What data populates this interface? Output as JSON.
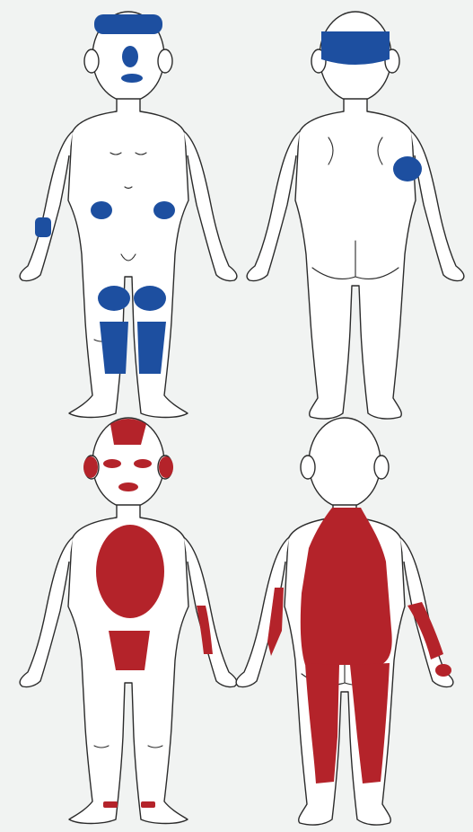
{
  "figure": {
    "panels": [
      {
        "id": "top-front",
        "view": "front",
        "color_key": "blue"
      },
      {
        "id": "top-back",
        "view": "back",
        "color_key": "blue"
      },
      {
        "id": "bottom-front",
        "view": "front",
        "color_key": "red"
      },
      {
        "id": "bottom-back",
        "view": "back",
        "color_key": "red"
      }
    ]
  },
  "colors": {
    "blue": "#1d4fa0",
    "red": "#b4232a",
    "outline": "#2b2b2b",
    "body_fill": "#ffffff",
    "background": "#f1f3f2"
  }
}
